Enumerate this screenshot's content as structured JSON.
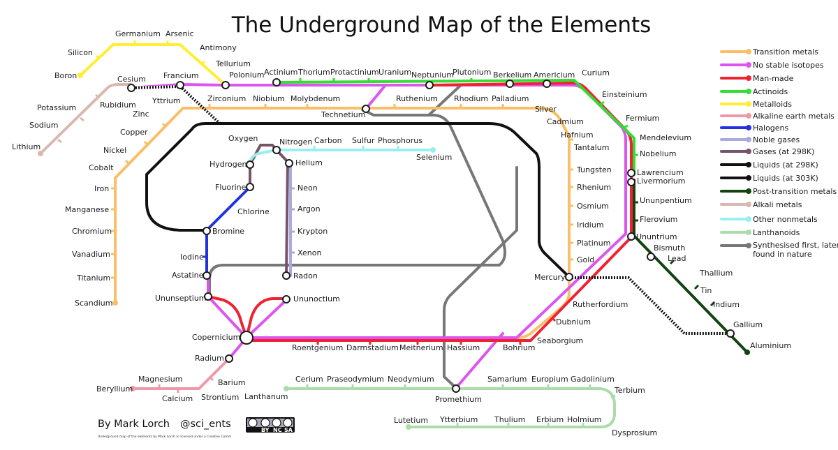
{
  "title": "The Underground Map of the Elements",
  "credit": {
    "author": "By Mark Lorch",
    "handle": "@sci_ents",
    "license_note": "Underground map of the elements by Mark Lorch is licensed under a Creative Comm",
    "badge": [
      "BY",
      "NC",
      "SA"
    ]
  },
  "colors": {
    "transition": "#f8bf68",
    "no_stable": "#dd55ee",
    "man_made": "#ee2233",
    "actinoids": "#33dd33",
    "metalloids": "#ffee33",
    "noble": "#aaaadd",
    "alkaline_earth": "#ee99aa",
    "halogens": "#2233dd",
    "gases": "#775566",
    "liquids_298": "#111111",
    "post_transition": "#114411",
    "alkali": "#d8b8b0",
    "other_nonmetals": "#99eeee",
    "lanthanoids": "#aaddaa",
    "synthesised": "#777777"
  },
  "legend": [
    {
      "key": "transition",
      "label": "Transition metals"
    },
    {
      "key": "no_stable",
      "label": "No stable isotopes"
    },
    {
      "key": "man_made",
      "label": "Man-made"
    },
    {
      "key": "actinoids",
      "label": "Actinoids"
    },
    {
      "key": "metalloids",
      "label": "Metalloids"
    },
    {
      "key": "alkaline_earth",
      "label": "Alkaline earth metals"
    },
    {
      "key": "halogens",
      "label": "Halogens"
    },
    {
      "key": "noble",
      "label": "Noble gases"
    },
    {
      "key": "gases",
      "label": "Gases (at 298K)"
    },
    {
      "key": "liquids_298",
      "label": "Liquids (at 298K)"
    },
    {
      "key": "liquids_303",
      "label": "Liquids (at 303K)"
    },
    {
      "key": "post_transition",
      "label": "Post-transition metals"
    },
    {
      "key": "alkali",
      "label": "Alkali metals"
    },
    {
      "key": "other_nonmetals",
      "label": "Other nonmetals"
    },
    {
      "key": "lanthanoids",
      "label": "Lanthanoids"
    },
    {
      "key": "synthesised",
      "label": "Synthesised first, later found in nature"
    }
  ],
  "elements": {
    "silicon": "Silicon",
    "germanium": "Germanium",
    "arsenic": "Arsenic",
    "antimony": "Antimony",
    "tellurium": "Tellurium",
    "polonium": "Polonium",
    "boron": "Boron",
    "cesium": "Cesium",
    "francium": "Francium",
    "rubidium": "Rubidium",
    "potassium": "Potassium",
    "sodium": "Sodium",
    "lithium": "Lithium",
    "actinium": "Actinium",
    "thorium": "Thorium",
    "protactinium": "Protactinium",
    "uranium": "Uranium",
    "neptunium": "Neptunium",
    "plutonium": "Plutonium",
    "berkelium": "Berkelium",
    "americium": "Americium",
    "curium": "Curium",
    "einsteinium": "Einsteinium",
    "fermium": "Fermium",
    "mendelevium": "Mendelevium",
    "nobelium": "Nobelium",
    "lawrencium": "Lawrencium",
    "livermorium": "Livermorium",
    "ununpentium": "Ununpentium",
    "flerovium": "Flerovium",
    "ununtrium": "Ununtrium",
    "bismuth": "Bismuth",
    "lead": "Lead",
    "thallium": "Thallium",
    "tin": "Tin",
    "indium": "Indium",
    "gallium": "Gallium",
    "aluminium": "Aluminium",
    "zirconium": "Zirconium",
    "niobium": "Niobium",
    "molybdenum": "Molybdenum",
    "yttrium": "Yttrium",
    "technetium": "Technetium",
    "ruthenium": "Ruthenium",
    "rhodium": "Rhodium",
    "palladium": "Palladium",
    "silver": "Silver",
    "cadmium": "Cadmium",
    "hafnium": "Hafnium",
    "tantalum": "Tantalum",
    "tungsten": "Tungsten",
    "rhenium": "Rhenium",
    "osmium": "Osmium",
    "iridium": "Iridium",
    "platinum": "Platinum",
    "gold": "Gold",
    "mercury": "Mercury",
    "rutherfordium": "Rutherfordium",
    "dubnium": "Dubnium",
    "seaborgium": "Seaborgium",
    "bohrium": "Bohrium",
    "hassium": "Hassium",
    "meitnerium": "Meitnerium",
    "darmstadium": "Darmstadium",
    "roentgenium": "Roentgenium",
    "copernicium": "Copernicium",
    "zinc": "Zinc",
    "copper": "Copper",
    "nickel": "Nickel",
    "cobalt": "Cobalt",
    "iron": "Iron",
    "manganese": "Manganese",
    "chromium": "Chromium",
    "vanadium": "Vanadium",
    "titanium": "Titanium",
    "scandium": "Scandium",
    "oxygen": "Oxygen",
    "nitrogen": "Nitrogen",
    "carbon": "Carbon",
    "sulfur": "Sulfur",
    "phosphorus": "Phosphorus",
    "selenium": "Selenium",
    "hydrogen": "Hydrogen",
    "helium": "Helium",
    "fluorine": "Fluorine",
    "chlorine": "Chlorine",
    "bromine": "Bromine",
    "iodine": "Iodine",
    "astatine": "Astatine",
    "ununseptium": "Ununseptium",
    "neon": "Neon",
    "argon": "Argon",
    "krypton": "Krypton",
    "xenon": "Xenon",
    "radon": "Radon",
    "ununoctium": "Ununoctium",
    "radium": "Radium",
    "barium": "Barium",
    "strontium": "Strontium",
    "calcium": "Calcium",
    "magnesium": "Magnesium",
    "beryllium": "Beryllium",
    "lanthanum": "Lanthanum",
    "cerium": "Cerium",
    "praseodymium": "Praseodymium",
    "neodymium": "Neodymium",
    "promethium": "Promethium",
    "samarium": "Samarium",
    "europium": "Europium",
    "gadolinium": "Gadolinium",
    "terbium": "Terbium",
    "dysprosium": "Dysprosium",
    "holmium": "Holmium",
    "erbium": "Erbium",
    "thulium": "Thulium",
    "ytterbium": "Ytterbium",
    "lutetium": "Lutetium"
  }
}
